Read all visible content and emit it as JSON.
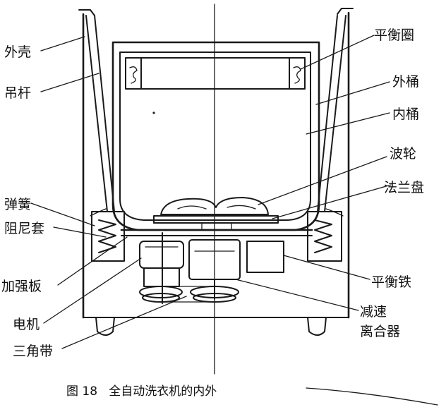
{
  "labels": {
    "left": [
      "外壳",
      "吊杆",
      "弹簧",
      "阻尼套",
      "加强板",
      "电机",
      "三角带"
    ],
    "right": [
      "平衡圈",
      "外桶",
      "内桶",
      "波轮",
      "法兰盘",
      "平衡铁",
      "减速",
      "离合器"
    ]
  },
  "caption": "图 18   全自动洗衣机的内外"
}
